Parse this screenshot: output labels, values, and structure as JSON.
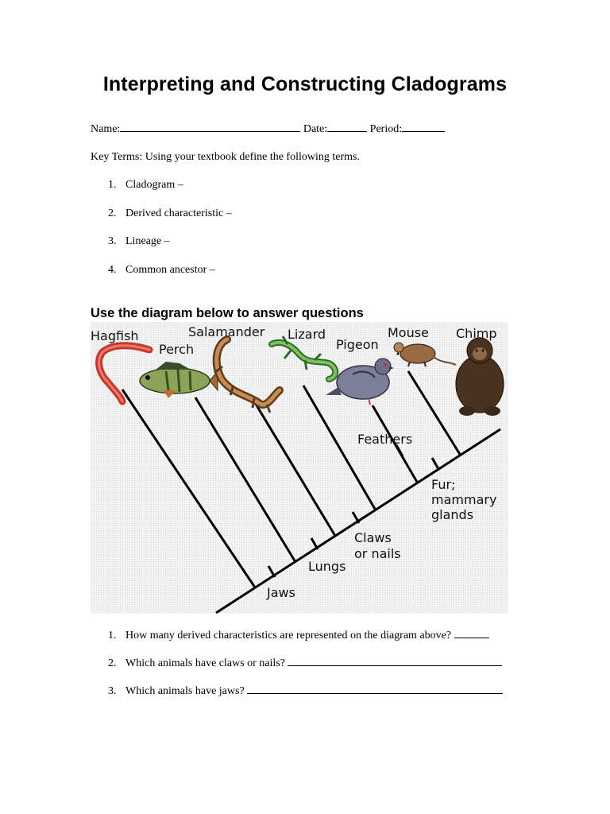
{
  "title": "Interpreting and Constructing Cladograms",
  "header": {
    "name_label": "Name:",
    "date_label": "Date:",
    "period_label": "Period:"
  },
  "key_terms_intro": "Key Terms: Using your textbook define the following terms.",
  "key_terms": [
    {
      "num": "1.",
      "text": "Cladogram –"
    },
    {
      "num": "2.",
      "text": "Derived characteristic –"
    },
    {
      "num": "3.",
      "text": "Lineage –"
    },
    {
      "num": "4.",
      "text": "Common ancestor –"
    }
  ],
  "diagram_heading": "Use the diagram below to answer questions",
  "diagram": {
    "animals": [
      "Hagfish",
      "Perch",
      "Salamander",
      "Lizard",
      "Pigeon",
      "Mouse",
      "Chimp"
    ],
    "traits": {
      "jaws": "Jaws",
      "lungs": "Lungs",
      "claws_1": "Claws",
      "claws_2": "or nails",
      "feathers": "Feathers",
      "fur_1": "Fur;",
      "fur_2": "mammary",
      "fur_3": "glands"
    }
  },
  "questions": [
    {
      "num": "1.",
      "text": "How many derived characteristics are represented on the diagram above?"
    },
    {
      "num": "2.",
      "text": "Which animals have claws or nails?"
    },
    {
      "num": "3.",
      "text": "Which animals have jaws?"
    }
  ]
}
